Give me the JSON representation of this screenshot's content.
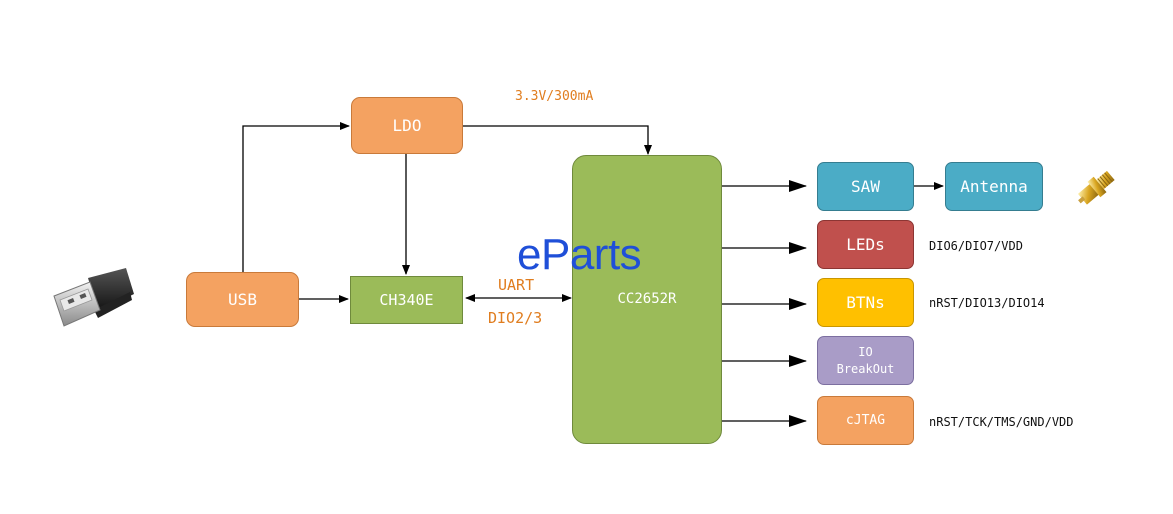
{
  "blocks": {
    "ldo": "LDO",
    "usb": "USB",
    "ch340e": "CH340E",
    "cc2652r": "CC2652R",
    "saw": "SAW",
    "antenna": "Antenna",
    "leds": "LEDs",
    "btns": "BTNs",
    "io_line1": "IO",
    "io_line2": "BreakOut",
    "cjtag": "cJTAG"
  },
  "labels": {
    "power": "3.3V/300mA",
    "uart": "UART",
    "dio": "DIO2/3",
    "leds_pins": "DIO6/DIO7/VDD",
    "btns_pins": "nRST/DIO13/DIO14",
    "cjtag_pins": "nRST/TCK/TMS/GND/VDD"
  },
  "watermark": "eParts",
  "colors": {
    "orange": "#f4a261",
    "green": "#9bbb59",
    "teal": "#4bacc6",
    "red": "#c0504d",
    "yellow": "#ffc000",
    "purple": "#a99cc7",
    "watermark": "#1f4fd8"
  },
  "icons": [
    "usb-plug-icon",
    "sma-connector-icon"
  ]
}
